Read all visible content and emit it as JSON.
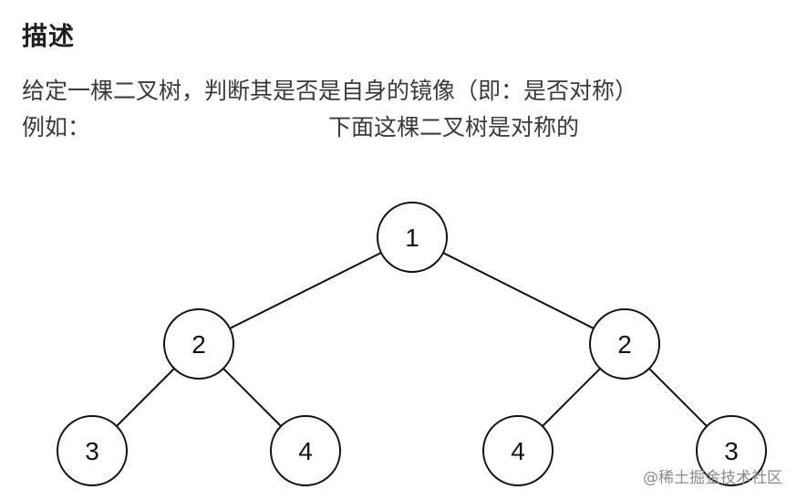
{
  "heading": "描述",
  "description": "给定一棵二叉树，判断其是否是自身的镜像（即：是否对称）",
  "example_label": "例如：",
  "caption": "下面这棵二叉树是对称的",
  "tree": {
    "nodes": [
      {
        "id": "n1",
        "label": "1"
      },
      {
        "id": "n2l",
        "label": "2"
      },
      {
        "id": "n2r",
        "label": "2"
      },
      {
        "id": "n3l",
        "label": "3"
      },
      {
        "id": "n4l",
        "label": "4"
      },
      {
        "id": "n4r",
        "label": "4"
      },
      {
        "id": "n3r",
        "label": "3"
      }
    ],
    "edges": [
      [
        "n1",
        "n2l"
      ],
      [
        "n1",
        "n2r"
      ],
      [
        "n2l",
        "n3l"
      ],
      [
        "n2l",
        "n4l"
      ],
      [
        "n2r",
        "n4r"
      ],
      [
        "n2r",
        "n3r"
      ]
    ]
  },
  "watermark": "@稀土掘金技术社区"
}
